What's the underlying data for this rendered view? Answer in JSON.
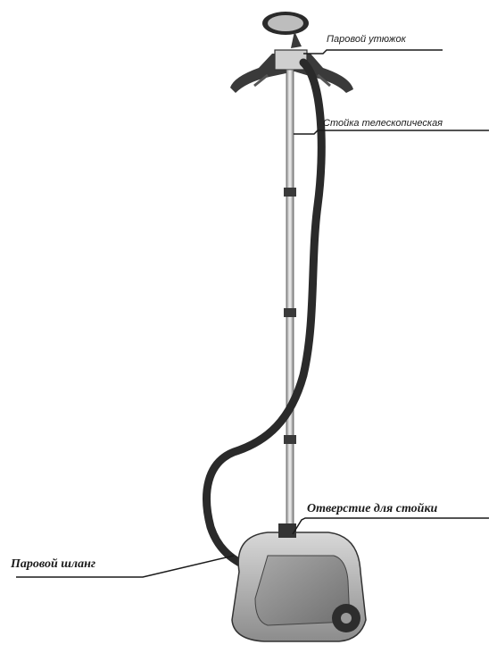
{
  "labels": {
    "steam_nozzle": "Паровой утюжок",
    "telescopic_pole": "Стойка телескопическая",
    "pole_opening": "Отверстие для стойки",
    "steam_hose": "Паровой шланг"
  },
  "colors": {
    "line": "#1a1a1a",
    "body_fill": "#bcbcbc",
    "hose": "#2a2a2a",
    "pole": "#dedede"
  }
}
